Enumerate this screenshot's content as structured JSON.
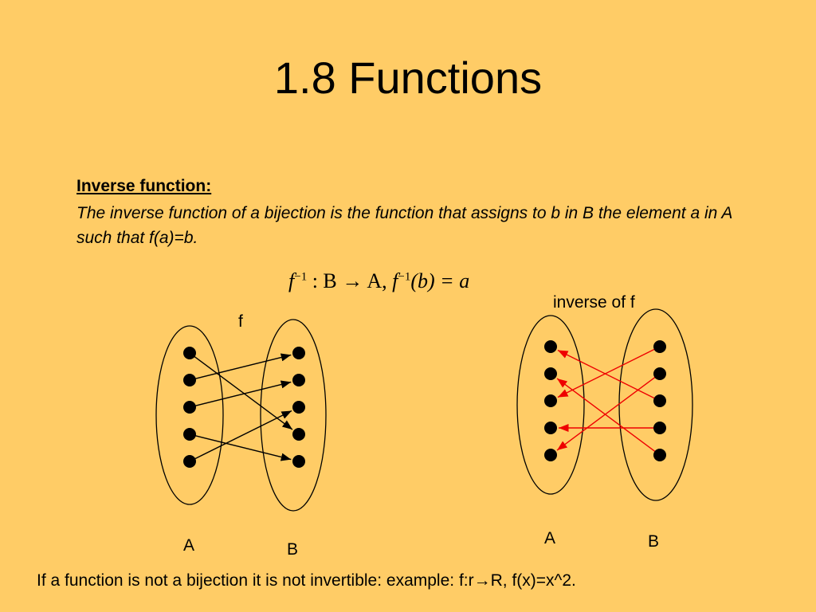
{
  "slide": {
    "title": "1.8 Functions",
    "heading": "Inverse function:",
    "definition": "The inverse function of a bijection is the function that assigns to b in B the element a in A such that f(a)=b.",
    "formula": {
      "f1": "f",
      "sup1": "−1",
      "mid": " : B → A,  ",
      "f2": "f",
      "sup2": "−1",
      "end": "(b) = a"
    },
    "footer": "If a function is not a bijection it is not invertible: example: f:r→R, f(x)=x^2."
  },
  "diagram_left": {
    "function_label": "f",
    "set_a_label": "A",
    "set_b_label": "B",
    "arrow_color": "#000000",
    "mapping": [
      [
        0,
        3
      ],
      [
        1,
        0
      ],
      [
        2,
        1
      ],
      [
        3,
        4
      ],
      [
        4,
        2
      ]
    ]
  },
  "diagram_right": {
    "function_label": "inverse of f",
    "set_a_label": "A",
    "set_b_label": "B",
    "arrow_color": "#EE0000",
    "mapping": [
      [
        0,
        2
      ],
      [
        1,
        4
      ],
      [
        2,
        0
      ],
      [
        3,
        3
      ],
      [
        4,
        1
      ]
    ]
  }
}
